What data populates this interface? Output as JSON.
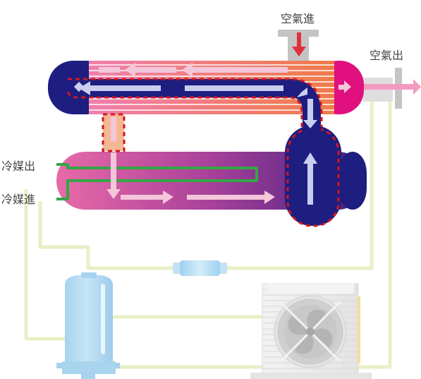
{
  "labels": {
    "air_in": "空氣進",
    "air_out": "空氣出",
    "refrigerant_out": "冷媒出",
    "refrigerant_in": "冷媒進"
  },
  "icons": [
    "fan-icon"
  ],
  "colors": {
    "pipe": "#e8efc6",
    "navy": "#1e1d80",
    "magenta": "#e0117f",
    "pink": "#f07fae",
    "orange": "#f07b48",
    "purple": "#4b2384",
    "green": "#33a744",
    "red_dash": "#d0191f",
    "tank": "#b4daf0",
    "condenser": "#ececec",
    "gray": "#c4c4c4",
    "arrow_red": "#e0303a"
  }
}
